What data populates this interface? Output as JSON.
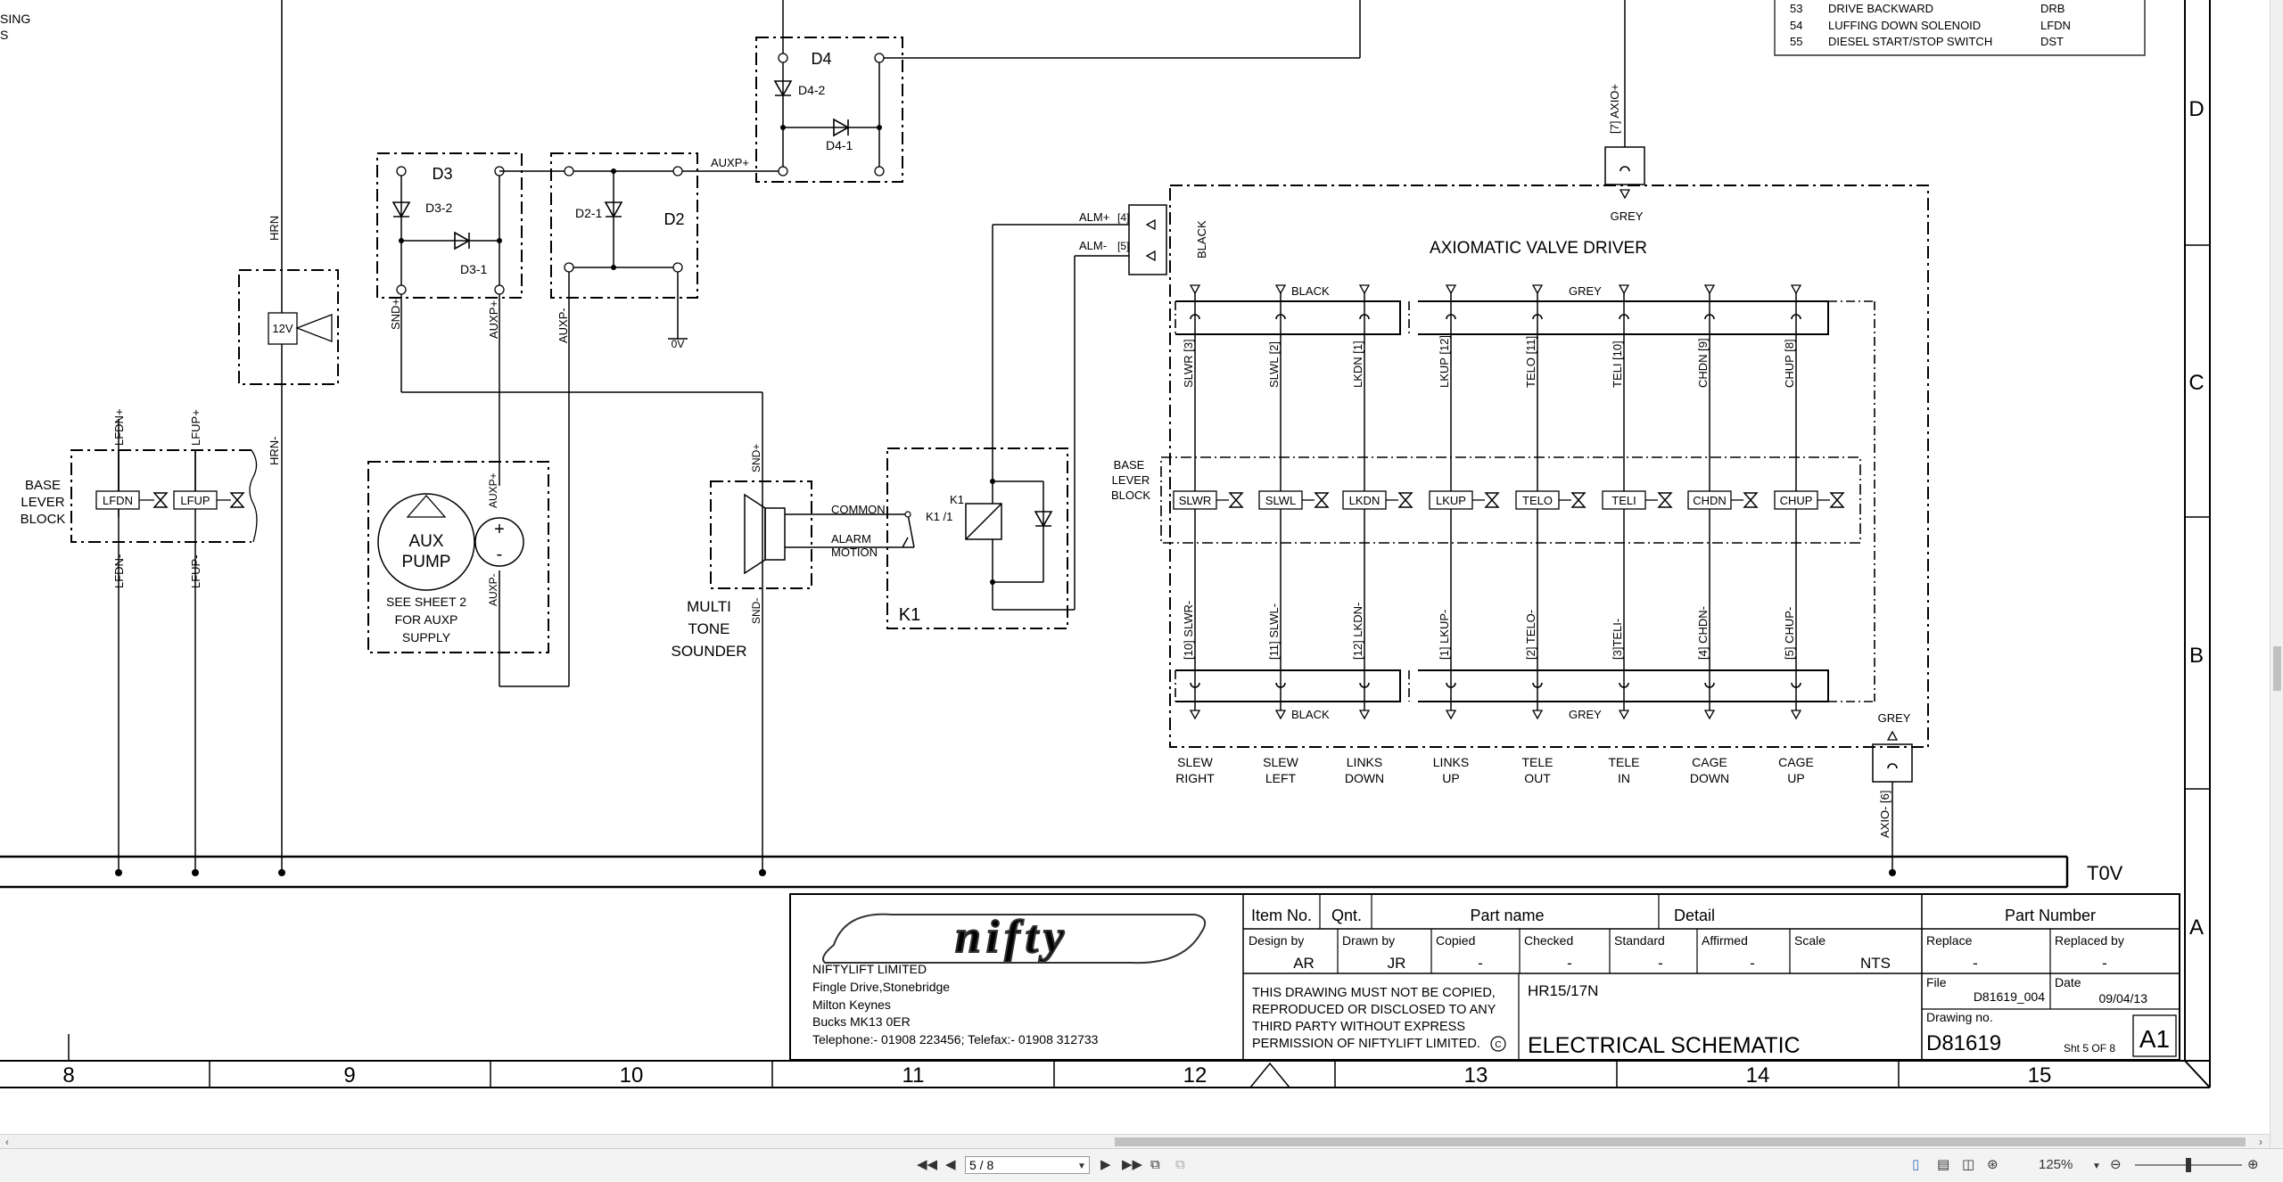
{
  "top_fragment": [
    "SING",
    "S"
  ],
  "legend_rows": [
    {
      "no": "53",
      "name": "DRIVE BACKWARD",
      "code": "DRB"
    },
    {
      "no": "54",
      "name": "LUFFING DOWN SOLENOID",
      "code": "LFDN"
    },
    {
      "no": "55",
      "name": "DIESEL START/STOP SWITCH",
      "code": "DST"
    }
  ],
  "zone_letters": [
    "D",
    "C",
    "B",
    "A"
  ],
  "zone_numbers": [
    "8",
    "9",
    "10",
    "11",
    "12",
    "13",
    "14",
    "15"
  ],
  "left_wires": {
    "lfdn_top": "LFDN+",
    "lfup_top": "LFUP+",
    "hrn_top": "HRN",
    "lfdn_bot": "LFDN-",
    "lfup_bot": "LFUP-",
    "hrn_bot": "HRN-"
  },
  "base_lever_left": {
    "label": [
      "BASE",
      "LEVER",
      "BLOCK"
    ],
    "valves": [
      "LFDN",
      "LFUP"
    ]
  },
  "horn": {
    "label": "12V"
  },
  "d3": {
    "title": "D3",
    "diodes": [
      "D3-2",
      "D3-1"
    ],
    "wires": [
      "SND+",
      "AUXP+"
    ]
  },
  "d2": {
    "title": "D2",
    "diode": "D2-1",
    "wire": "AUXP-",
    "ground": "0V"
  },
  "d4": {
    "title": "D4",
    "diodes": [
      "D4-2",
      "D4-1"
    ]
  },
  "auxp_label": "AUXP+",
  "aux_pump": {
    "name": [
      "AUX",
      "PUMP"
    ],
    "note": [
      "SEE SHEET 2",
      "FOR AUXP",
      "SUPPLY"
    ],
    "wires": [
      "AUXP+",
      "AUXP-"
    ],
    "plus": "+",
    "minus": "-"
  },
  "sounder": {
    "label": [
      "MULTI",
      "TONE",
      "SOUNDER"
    ],
    "wires": [
      "SND+",
      "SND-"
    ]
  },
  "k1": {
    "title": "K1",
    "coil": "K1",
    "contact": "K1 /1",
    "common": "COMMON",
    "alarm": [
      "ALARM",
      "MOTION"
    ]
  },
  "alarm_wires": {
    "alm_plus": "ALM+",
    "alm_minus": "ALM-",
    "pin4": "[4]",
    "pin5": "[5]",
    "color": "BLACK"
  },
  "axio": {
    "top_wire": "[7] AXIO+",
    "top_color": "GREY",
    "bottom_wire": "AXIO- [6]",
    "bottom_color": "GREY"
  },
  "valve_driver": {
    "title": "AXIOMATIC VALVE DRIVER",
    "top_black": "BLACK",
    "top_grey": "GREY",
    "bottom_black": "BLACK",
    "bottom_grey": "GREY",
    "base_label": [
      "BASE",
      "LEVER",
      "BLOCK"
    ],
    "channels": [
      {
        "top": "SLWR [3]",
        "valve": "SLWR",
        "bottom": "[10] SLWR-",
        "name": [
          "SLEW",
          "RIGHT"
        ]
      },
      {
        "top": "SLWL [2]",
        "valve": "SLWL",
        "bottom": "[11] SLWL-",
        "name": [
          "SLEW",
          "LEFT"
        ]
      },
      {
        "top": "LKDN [1]",
        "valve": "LKDN",
        "bottom": "[12] LKDN-",
        "name": [
          "LINKS",
          "DOWN"
        ]
      },
      {
        "top": "LKUP [12]",
        "valve": "LKUP",
        "bottom": "[1] LKUP-",
        "name": [
          "LINKS",
          "UP"
        ]
      },
      {
        "top": "TELO [11]",
        "valve": "TELO",
        "bottom": "[2] TELO-",
        "name": [
          "TELE",
          "OUT"
        ]
      },
      {
        "top": "TELI [10]",
        "valve": "TELI",
        "bottom": "[3]TELI-",
        "name": [
          "TELE",
          "IN"
        ]
      },
      {
        "top": "CHDN [9]",
        "valve": "CHDN",
        "bottom": "[4] CHDN-",
        "name": [
          "CAGE",
          "DOWN"
        ]
      },
      {
        "top": "CHUP [8]",
        "valve": "CHUP",
        "bottom": "[5] CHUP-",
        "name": [
          "CAGE",
          "UP"
        ]
      }
    ]
  },
  "t0v": "T0V",
  "title_block": {
    "company": [
      "NIFTYLIFT LIMITED",
      "Fingle Drive,Stonebridge",
      "Milton Keynes",
      "Bucks MK13 0ER",
      "Telephone:- 01908 223456; Telefax:- 01908 312733"
    ],
    "headers": {
      "item": "Item No.",
      "qnt": "Qnt.",
      "part_name": "Part name",
      "detail": "Detail",
      "part_number": "Part Number"
    },
    "fields": [
      {
        "label": "Design by",
        "value": "AR"
      },
      {
        "label": "Drawn by",
        "value": "JR"
      },
      {
        "label": "Copied",
        "value": "-"
      },
      {
        "label": "Checked",
        "value": "-"
      },
      {
        "label": "Standard",
        "value": "-"
      },
      {
        "label": "Affirmed",
        "value": "-"
      },
      {
        "label": "Scale",
        "value": "NTS"
      }
    ],
    "replace": {
      "label": "Replace",
      "value": "-"
    },
    "replaced_by": {
      "label": "Replaced by",
      "value": "-"
    },
    "file": {
      "label": "File",
      "value": "D81619_004"
    },
    "date": {
      "label": "Date",
      "value": "09/04/13"
    },
    "drawing_no": {
      "label": "Drawing no.",
      "value": "D81619"
    },
    "sheet": "Sht 5 OF 8",
    "size": "A1",
    "notice": [
      "THIS DRAWING MUST NOT BE COPIED,",
      "REPRODUCED OR DISCLOSED TO ANY",
      "THIRD PARTY WITHOUT EXPRESS",
      "PERMISSION OF NIFTYLIFT LIMITED."
    ],
    "copyright": "C",
    "model": "HR15/17N",
    "title": "ELECTRICAL SCHEMATIC"
  },
  "status_bar": {
    "page_value": "5 / 8",
    "zoom": "125%"
  }
}
